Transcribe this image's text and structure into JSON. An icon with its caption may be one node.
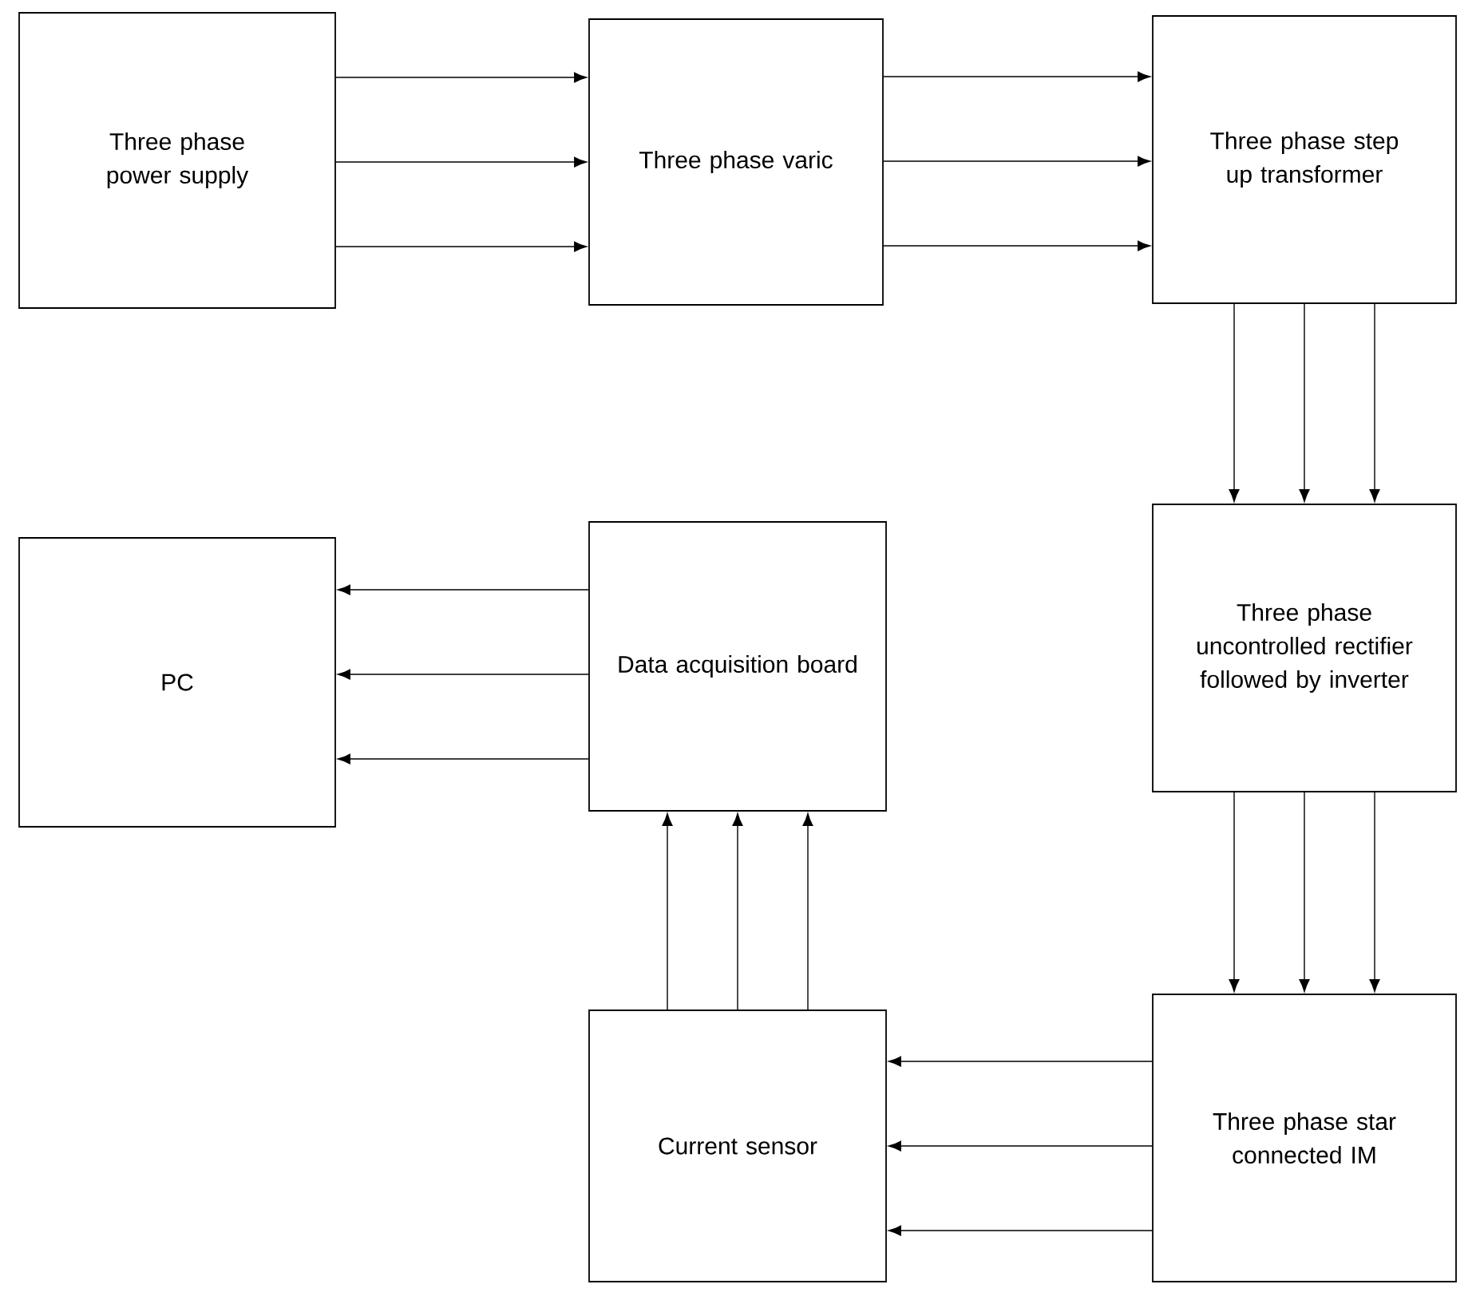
{
  "diagram": {
    "nodes": [
      {
        "text": [
          "Three phase power supply"
        ]
      },
      {
        "text": [
          "Three phase varic"
        ]
      },
      {
        "text": [
          "Three phase step up transformer"
        ]
      },
      {
        "text": [
          "Three phase uncontrolled rectifier followed by inverter"
        ]
      },
      {
        "text": [
          "Three phase star connected IM"
        ]
      },
      {
        "text": [
          "Current sensor"
        ]
      },
      {
        "text": [
          "Data acquisition board"
        ]
      },
      {
        "text": [
          "PC"
        ]
      }
    ],
    "edges": [
      {
        "from": 0,
        "to": 1,
        "arrow": "to"
      },
      {
        "from": 0,
        "to": 1,
        "arrow": "to"
      },
      {
        "from": 0,
        "to": 1,
        "arrow": "to"
      },
      {
        "from": 1,
        "to": 2,
        "arrow": "to"
      },
      {
        "from": 1,
        "to": 2,
        "arrow": "to"
      },
      {
        "from": 1,
        "to": 2,
        "arrow": "to"
      },
      {
        "from": 2,
        "to": 3,
        "arrow": "to"
      },
      {
        "from": 2,
        "to": 3,
        "arrow": "to"
      },
      {
        "from": 2,
        "to": 3,
        "arrow": "to"
      },
      {
        "from": 3,
        "to": 4,
        "arrow": "to"
      },
      {
        "from": 3,
        "to": 4,
        "arrow": "to"
      },
      {
        "from": 3,
        "to": 4,
        "arrow": "to"
      },
      {
        "from": 4,
        "to": 5,
        "arrow": "to"
      },
      {
        "from": 4,
        "to": 5,
        "arrow": "to"
      },
      {
        "from": 4,
        "to": 5,
        "arrow": "to"
      },
      {
        "from": 5,
        "to": 6,
        "arrow": "to"
      },
      {
        "from": 5,
        "to": 6,
        "arrow": "to"
      },
      {
        "from": 5,
        "to": 6,
        "arrow": "to"
      },
      {
        "from": 6,
        "to": 7,
        "arrow": "to"
      },
      {
        "from": 6,
        "to": 7,
        "arrow": "to"
      },
      {
        "from": 6,
        "to": 7,
        "arrow": "to"
      }
    ]
  }
}
